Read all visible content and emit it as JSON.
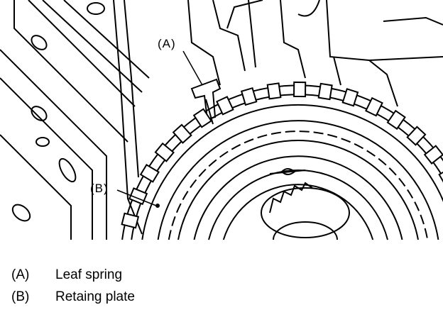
{
  "figure": {
    "callouts": [
      {
        "key": "(A)"
      },
      {
        "key": "(B)"
      }
    ]
  },
  "legend": [
    {
      "key": "(A)",
      "label": "Leaf spring"
    },
    {
      "key": "(B)",
      "label": "Retaing plate"
    }
  ]
}
